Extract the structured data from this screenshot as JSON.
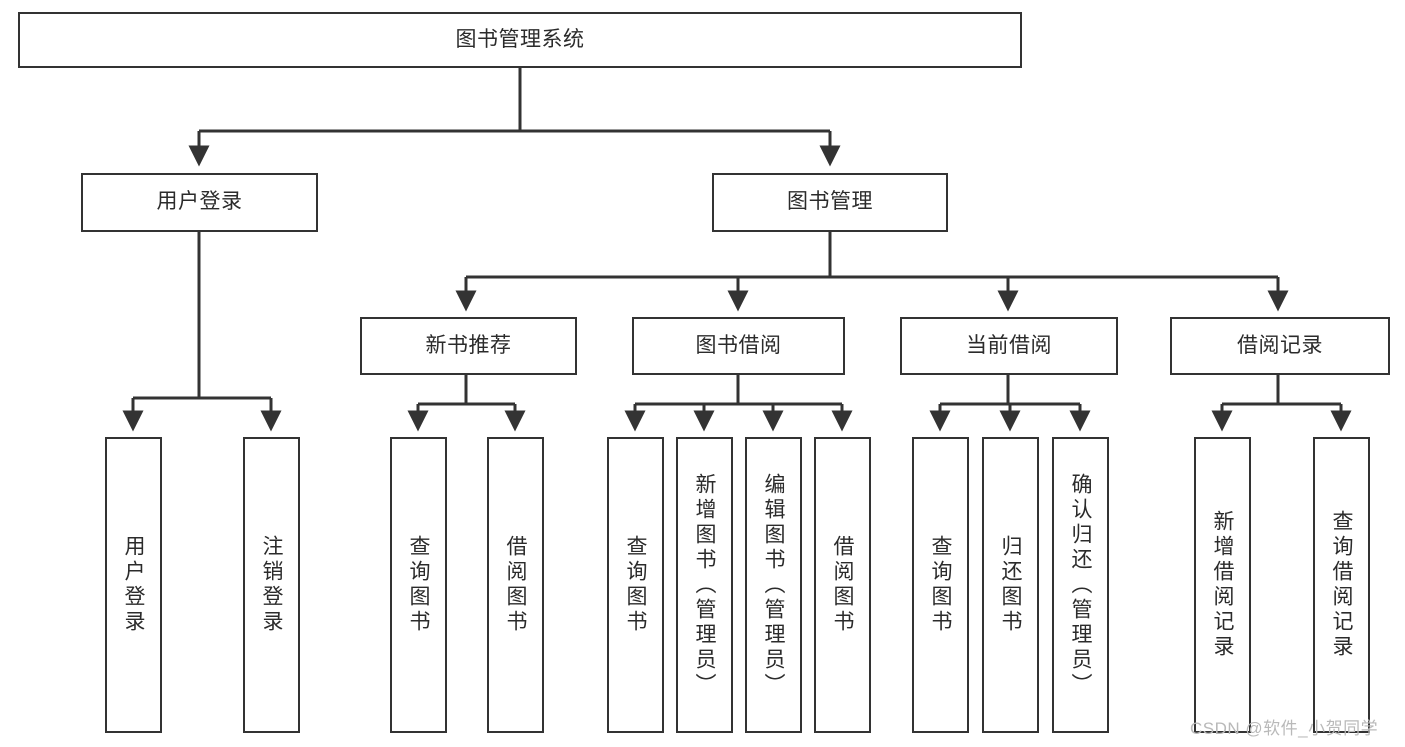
{
  "diagram": {
    "title": "图书管理系统",
    "type": "hierarchy-tree",
    "root": {
      "label": "图书管理系统"
    },
    "level1": [
      {
        "label": "用户登录"
      },
      {
        "label": "图书管理"
      }
    ],
    "level2": [
      {
        "label": "新书推荐"
      },
      {
        "label": "图书借阅"
      },
      {
        "label": "当前借阅"
      },
      {
        "label": "借阅记录"
      }
    ],
    "leaves": {
      "user_login": [
        {
          "label": "用户登录"
        },
        {
          "label": "注销登录"
        }
      ],
      "new_book_recommend": [
        {
          "label": "查询图书"
        },
        {
          "label": "借阅图书"
        }
      ],
      "book_borrow": [
        {
          "label": "查询图书"
        },
        {
          "label": "新增图书（管理员）"
        },
        {
          "label": "编辑图书（管理员）"
        },
        {
          "label": "借阅图书"
        }
      ],
      "current_borrow": [
        {
          "label": "查询图书"
        },
        {
          "label": "归还图书"
        },
        {
          "label": "确认归还（管理员）"
        }
      ],
      "borrow_record": [
        {
          "label": "新增借阅记录"
        },
        {
          "label": "查询借阅记录"
        }
      ]
    }
  },
  "watermark": {
    "text": "CSDN @软件_小贺同学"
  },
  "colors": {
    "border": "#333333",
    "text": "#2b2b2b",
    "background": "#ffffff",
    "watermark": "#b9b9b9"
  }
}
